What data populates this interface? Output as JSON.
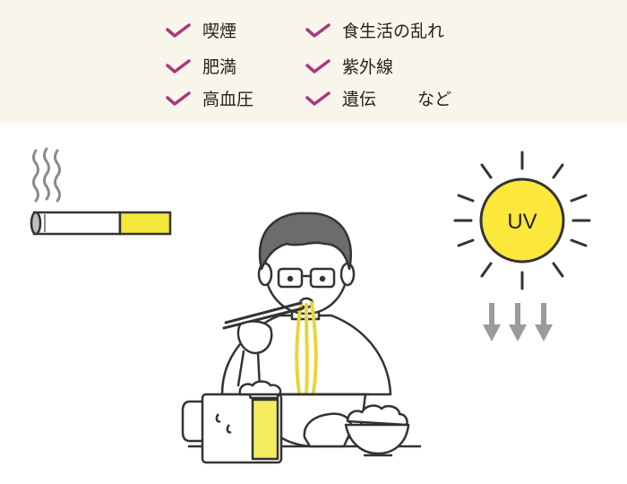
{
  "risk_factors": {
    "left_column": [
      {
        "label": "喫煙"
      },
      {
        "label": "肥満"
      },
      {
        "label": "高血圧"
      }
    ],
    "right_column": [
      {
        "label": "食生活の乱れ"
      },
      {
        "label": "紫外線"
      },
      {
        "label": "遺伝"
      }
    ],
    "trailing_text": "など"
  },
  "illustrations": {
    "cigarette": {
      "icon": "cigarette-icon"
    },
    "smoke": {
      "icon": "smoke-wave-icon"
    },
    "sun": {
      "icon": "sun-icon",
      "label": "UV"
    },
    "uv_arrows": {
      "icon": "down-arrow-icon",
      "count": 3
    },
    "person": {
      "icon": "man-eating-ramen-icon"
    },
    "beer": {
      "icon": "beer-mug-icon"
    },
    "rice_bowl": {
      "icon": "rice-bowl-icon"
    }
  },
  "colors": {
    "panel_background": "#f8f5ea",
    "check_mark": "#a8387f",
    "sun_fill": "#fbe83a",
    "cigarette_filter": "#f5e63c",
    "arrow_gray": "#9b9b9b",
    "line": "#333333",
    "beer": "#f6ec60"
  }
}
